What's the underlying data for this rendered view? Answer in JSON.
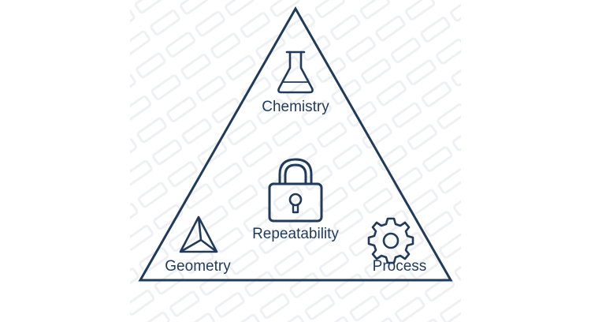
{
  "diagram": {
    "center": {
      "label": "Repeatability",
      "icon": "padlock-icon"
    },
    "top": {
      "label": "Chemistry",
      "icon": "flask-icon"
    },
    "bottom_left": {
      "label": "Geometry",
      "icon": "pyramid-icon"
    },
    "bottom_right": {
      "label": "Process",
      "icon": "gear-icon"
    }
  },
  "colors": {
    "stroke": "#1f3a5a",
    "watermark": "#eef0f3",
    "background": "#ffffff"
  }
}
